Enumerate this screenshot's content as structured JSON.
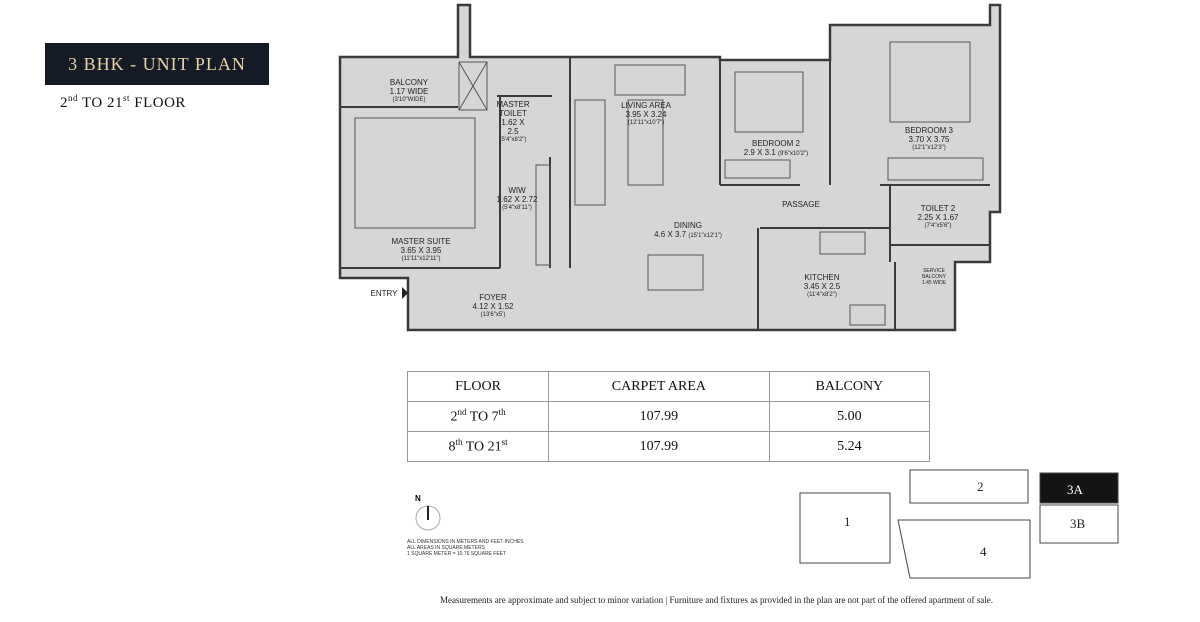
{
  "header": {
    "title": "3 BHK - UNIT PLAN",
    "floor_range": {
      "from": "2",
      "from_sup": "nd",
      "to_word": "TO",
      "to": "21",
      "to_sup": "st",
      "suffix": "FLOOR"
    }
  },
  "rooms": [
    {
      "name": "BALCONY",
      "size": "1.17 WIDE",
      "imperial": "(3'10\"WIDE)"
    },
    {
      "name": "MASTER TOILET",
      "size": "1.62 X 2.5",
      "imperial": "(5'4\"x8'2\")"
    },
    {
      "name": "LIVING AREA",
      "size": "3.95 X 3.24",
      "imperial": "(12'11\"x10'7\")"
    },
    {
      "name": "BEDROOM 2",
      "size": "2.9 X 3.1",
      "imperial": "(9'6\"x10'2\")"
    },
    {
      "name": "BEDROOM 3",
      "size": "3.70 X 3.75",
      "imperial": "(12'1\"x12'3\")"
    },
    {
      "name": "WIW",
      "size": "1.62 X 2.72",
      "imperial": "(5'4\"x8'11\")"
    },
    {
      "name": "MASTER SUITE",
      "size": "3.65 X 3.95",
      "imperial": "(11'11\"x12'11\")"
    },
    {
      "name": "DINING",
      "size": "4.6 X 3.7",
      "imperial": "(15'1\"x12'1\")"
    },
    {
      "name": "PASSAGE",
      "size": "",
      "imperial": ""
    },
    {
      "name": "TOILET 2",
      "size": "2.25 X 1.67",
      "imperial": "(7'4\"x5'6\")"
    },
    {
      "name": "KITCHEN",
      "size": "3.45 X 2.5",
      "imperial": "(11'4\"x8'2\")"
    },
    {
      "name": "SERVICE BALCONY",
      "size": "1.45 WIDE",
      "imperial": ""
    },
    {
      "name": "FOYER",
      "size": "4.12 X 1.52",
      "imperial": "(13'6\"x5')"
    }
  ],
  "entry_label": "ENTRY",
  "area_table": {
    "headers": [
      "FLOOR",
      "CARPET AREA",
      "BALCONY"
    ],
    "rows": [
      {
        "floor": "2",
        "floor_sup": "nd",
        "to": "TO",
        "floor_to": "7",
        "floor_to_sup": "th",
        "carpet": "107.99",
        "balcony": "5.00"
      },
      {
        "floor": "8",
        "floor_sup": "th",
        "to": "TO",
        "floor_to": "21",
        "floor_to_sup": "st",
        "carpet": "107.99",
        "balcony": "5.24"
      }
    ]
  },
  "compass": {
    "label": "N"
  },
  "notes": [
    "ALL DIMENSIONS IN METERS AND FEET-INCHES",
    "ALL AREAS IN SQUARE METERS",
    "1 SQUARE METER = 10.76 SQUARE FEET"
  ],
  "key_plan": {
    "units": [
      "1",
      "2",
      "3A",
      "3B",
      "4"
    ],
    "highlighted": "3A",
    "highlight_color": "#141414"
  },
  "disclaimer": "Measurements are approximate and subject to minor variation | Furniture and fixtures as provided in the plan are not part of the offered apartment of sale.",
  "colors": {
    "title_bg": "#141a26",
    "title_text": "#e6d3a0",
    "floor_fill": "#d6d6d6",
    "wall": "#3a3a3a"
  }
}
